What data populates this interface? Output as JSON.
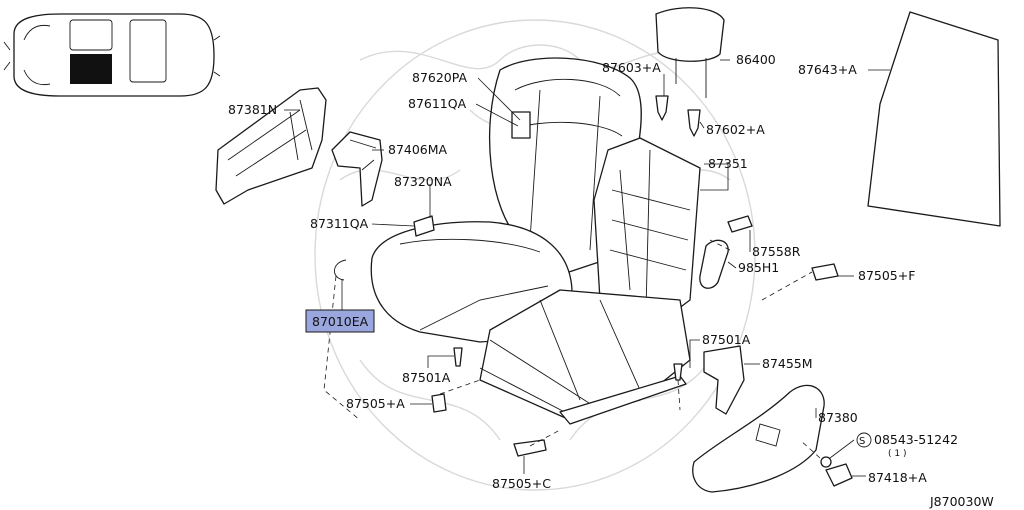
{
  "diagram_code": "J870030W",
  "highlight_color": "#9aa6de",
  "labels": {
    "p87381N": "87381N",
    "p87406MA": "87406MA",
    "p87620PA": "87620PA",
    "p87611QA": "87611QA",
    "p87320NA": "87320NA",
    "p87311QA": "87311QA",
    "p87010EA": "87010EA",
    "p87603A": "87603+A",
    "p86400": "86400",
    "p87602A": "87602+A",
    "p87351": "87351",
    "p87643A": "87643+A",
    "p87558R": "87558R",
    "p985H1": "985H1",
    "p87505F": "87505+F",
    "p87501A_right": "87501A",
    "p87455M": "87455M",
    "p87501A_left": "87501A",
    "p87505A": "87505+A",
    "p87380": "87380",
    "p08543": "08543-51242",
    "p08543_qty": "( 1 )",
    "p08543_prefix": "S",
    "p87418A": "87418+A",
    "p87505C": "87505+C"
  }
}
